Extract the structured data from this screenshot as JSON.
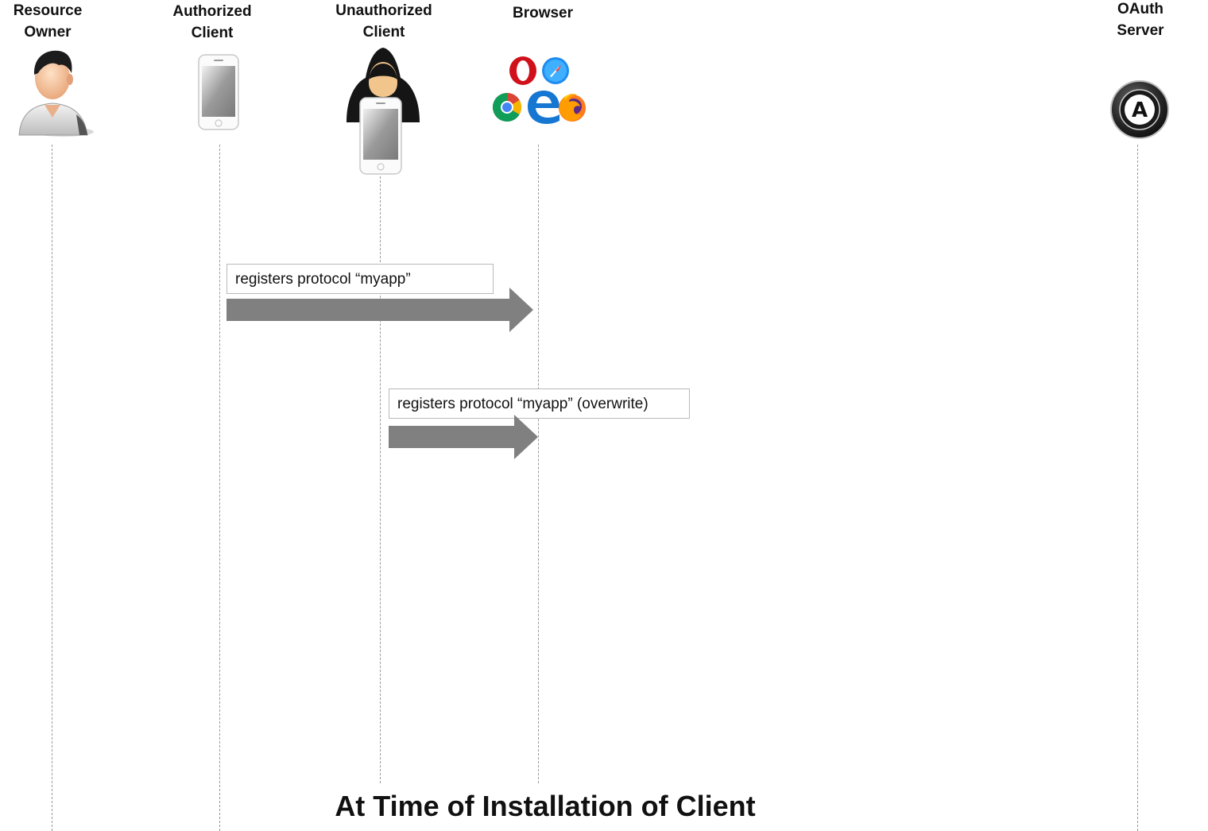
{
  "actors": [
    {
      "line1": "Resource",
      "line2": "Owner"
    },
    {
      "line1": "Authorized",
      "line2": "Client"
    },
    {
      "line1": "Unauthorized",
      "line2": "Client"
    },
    {
      "line1": "Browser",
      "line2": ""
    },
    {
      "line1": "OAuth",
      "line2": "Server"
    }
  ],
  "icons": {
    "resource_owner": "person-avatar-icon",
    "authorized_client": "smartphone-icon",
    "unauthorized_client": "hooded-attacker-with-smartphone-icon",
    "browser": "browser-logos-icon",
    "oauth_server": "oauth-logo-icon",
    "oauth_logo_letter": "A"
  },
  "messages": [
    {
      "from": "Authorized Client",
      "to": "Browser",
      "label": "registers protocol “myapp”"
    },
    {
      "from": "Unauthorized Client",
      "to": "Browser",
      "label": "registers protocol “myapp” (overwrite)"
    }
  ],
  "caption": "At Time of Installation of Client",
  "colors": {
    "arrow": "#808080",
    "lifeline": "#9a9a9a",
    "label_border": "#b9b9b9"
  }
}
